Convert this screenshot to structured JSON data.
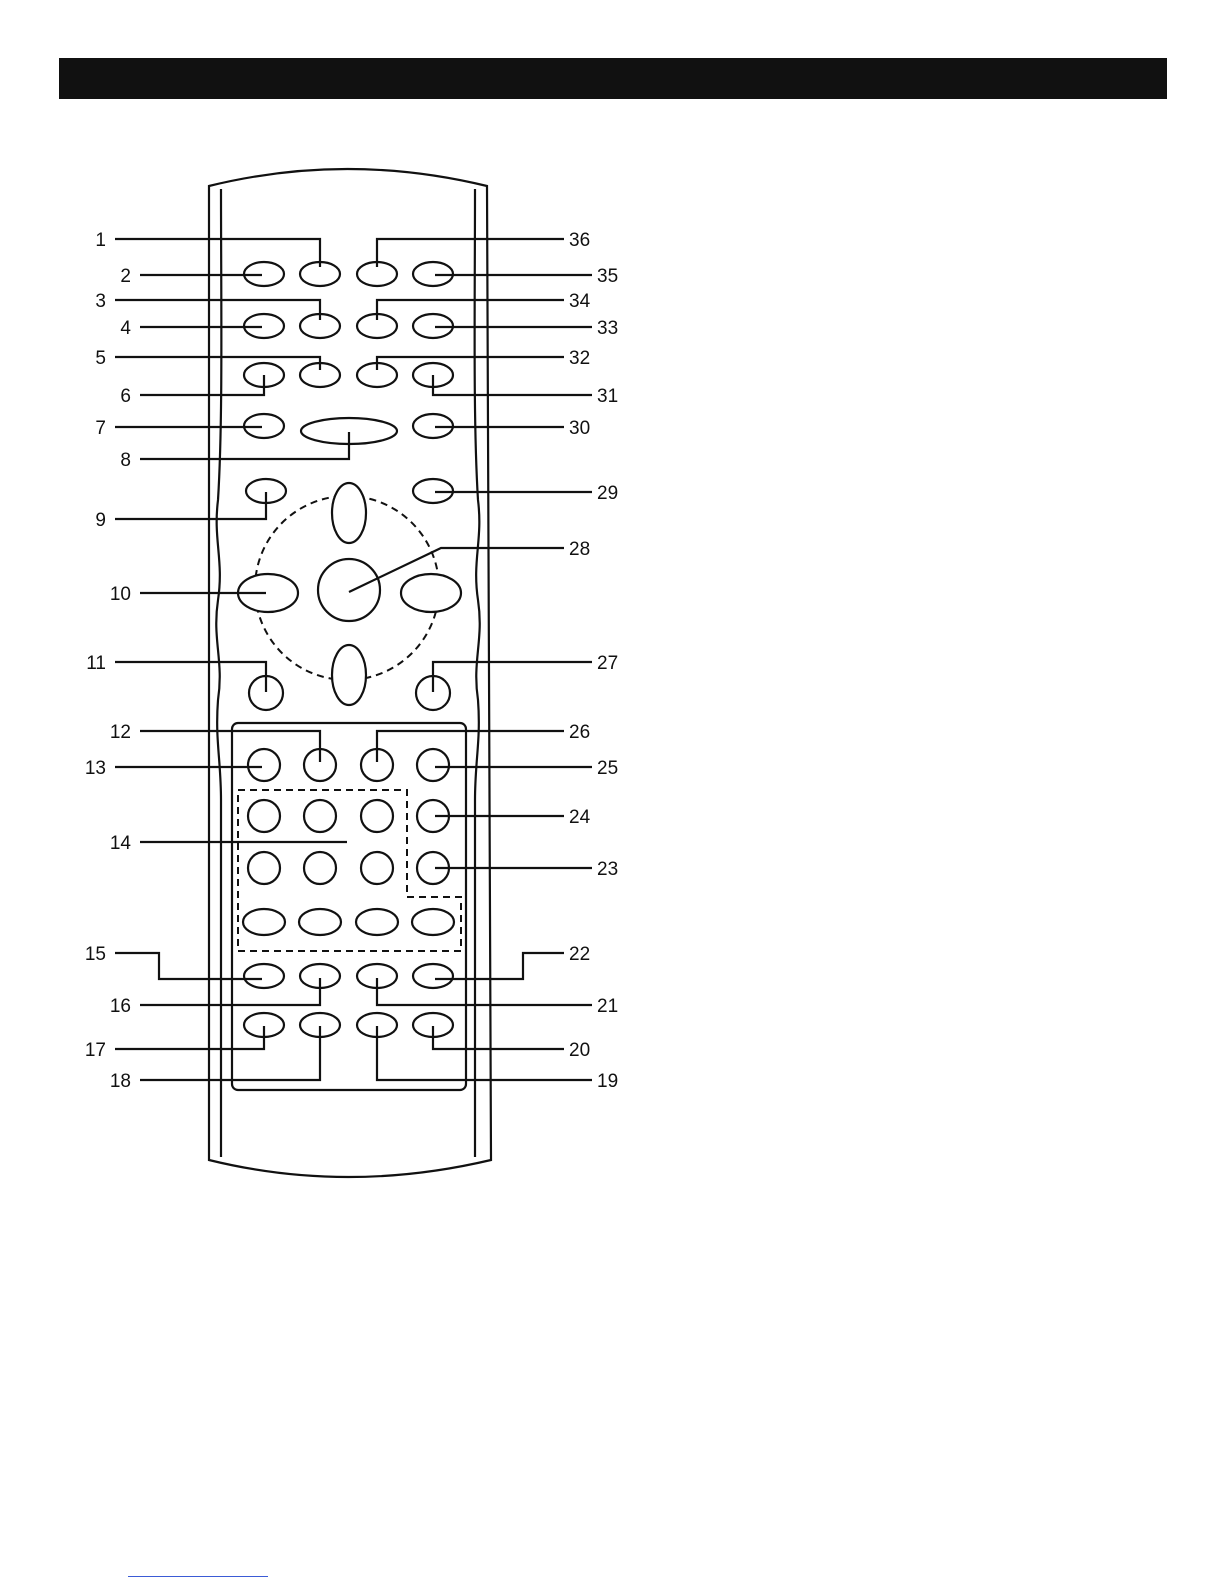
{
  "header": {
    "title": ""
  },
  "diagram": {
    "subject": "remote-control",
    "callouts": [
      "1",
      "2",
      "3",
      "4",
      "5",
      "6",
      "7",
      "8",
      "9",
      "10",
      "11",
      "12",
      "13",
      "14",
      "15",
      "16",
      "17",
      "18",
      "19",
      "20",
      "21",
      "22",
      "23",
      "24",
      "25",
      "26",
      "27",
      "28",
      "29",
      "30",
      "31",
      "32",
      "33",
      "34",
      "35",
      "36"
    ]
  },
  "colors": {
    "ink": "#111111",
    "background": "#ffffff",
    "link": "#3b5bd6"
  }
}
